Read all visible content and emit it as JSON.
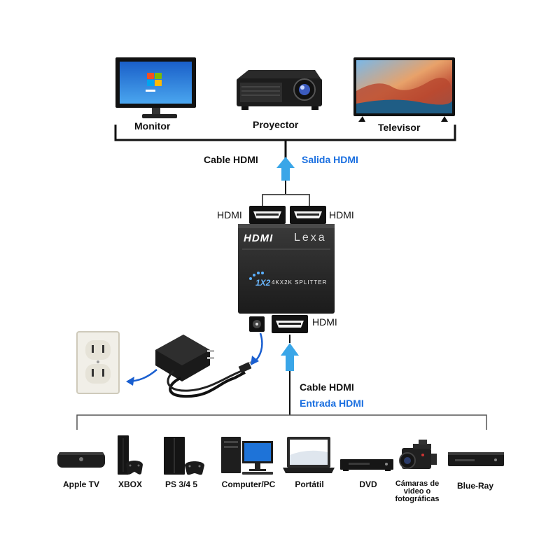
{
  "outputs": [
    {
      "name": "Monitor"
    },
    {
      "name": "Proyector"
    },
    {
      "name": "Televisor"
    }
  ],
  "top_cable_label": "Cable HDMI",
  "top_flow_label": "Salida HDMI",
  "splitter": {
    "brand_logo": "HDMI",
    "brand_name": "Lexa",
    "badge": "1X2",
    "model_text": "4KX2K SPLITTER",
    "out_port_left_label": "HDMI",
    "out_port_right_label": "HDMI",
    "in_port_label": "HDMI"
  },
  "bottom_cable_label": "Cable HDMI",
  "bottom_flow_label": "Entrada HDMI",
  "inputs": [
    {
      "name": "Apple TV"
    },
    {
      "name": "XBOX"
    },
    {
      "name": "PS 3/4 5"
    },
    {
      "name": "Computer/PC"
    },
    {
      "name": "Portátil"
    },
    {
      "name": "DVD"
    },
    {
      "name": "Cámaras de video o fotográficas"
    },
    {
      "name": "Blue-Ray"
    }
  ],
  "colors": {
    "arrow": "#3aa6e8",
    "flow_text": "#1a6fe0",
    "line": "#111111"
  }
}
